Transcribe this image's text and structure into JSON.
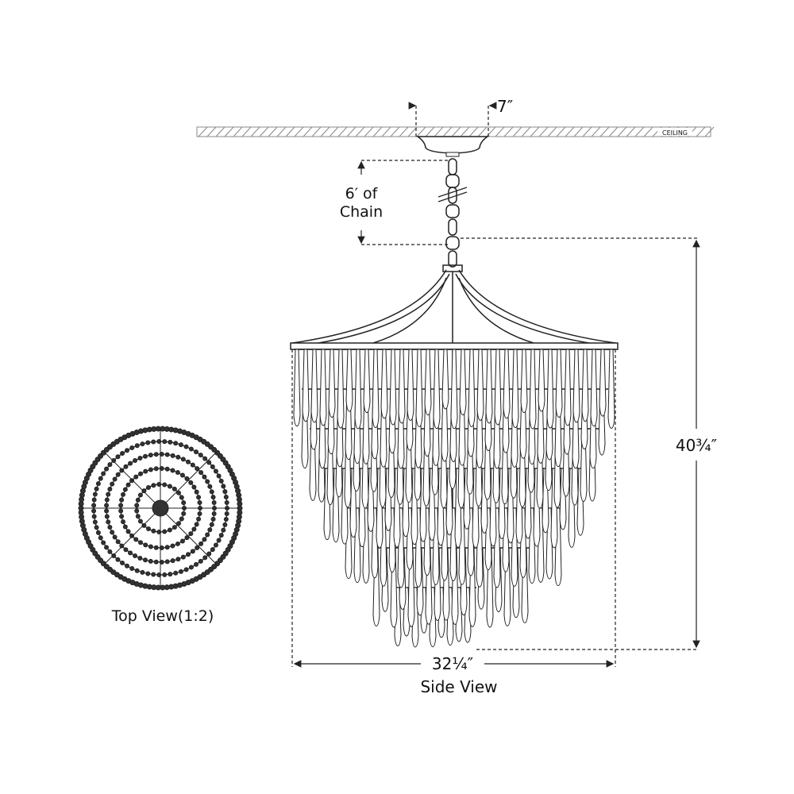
{
  "ceiling": {
    "label": "CEILING"
  },
  "dimensions": {
    "canopy_width": "7″",
    "chain_line1": "6′ of",
    "chain_line2": "Chain",
    "height": "40¾″",
    "width": "32¼″"
  },
  "views": {
    "side": "Side View",
    "top": "Top View(1:2)"
  },
  "colors": {
    "line": "#222222",
    "hatch": "#888888"
  }
}
